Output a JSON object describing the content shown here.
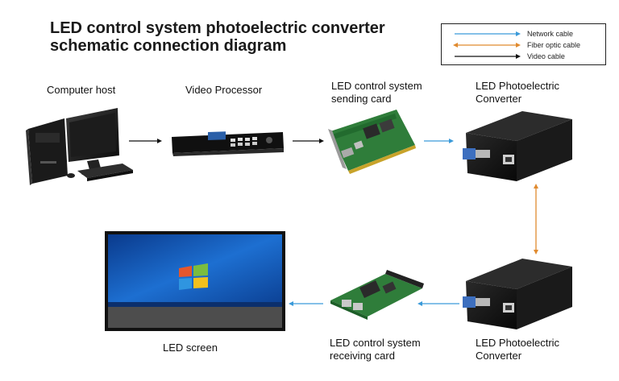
{
  "title": {
    "line1": "LED control system photoelectric converter",
    "line2": "schematic connection diagram"
  },
  "legend": {
    "network": {
      "label": "Network cable",
      "color": "#3a9ad9"
    },
    "fiber": {
      "label": "Fiber optic cable",
      "color": "#e08a2e"
    },
    "video": {
      "label": "Video cable",
      "color": "#111111"
    }
  },
  "nodes": {
    "computer": {
      "label": "Computer host"
    },
    "processor": {
      "label": "Video Processor"
    },
    "sending": {
      "line1": "LED control system",
      "line2": "sending card"
    },
    "converter_top": {
      "line1": "LED Photoelectric",
      "line2": "Converter"
    },
    "converter_bottom": {
      "line1": "LED Photoelectric",
      "line2": "Converter"
    },
    "receiving": {
      "line1": "LED control system",
      "line2": "receiving card"
    },
    "screen": {
      "label": "LED screen"
    }
  }
}
